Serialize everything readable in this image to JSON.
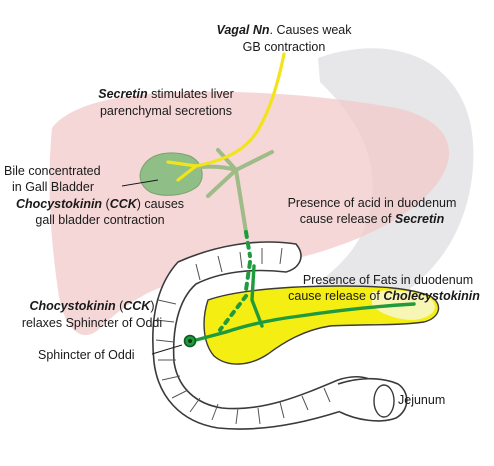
{
  "labels": {
    "vagal_bold": "Vagal Nn",
    "vagal_rest1": ". Causes weak",
    "vagal_line2": "GB contraction",
    "secretin_bold": "Secretin",
    "secretin_rest1": " stimulates liver",
    "secretin_line2": "parenchymal secretions",
    "bile_line1": "Bile concentrated",
    "bile_line2": "in Gall Bladder",
    "cck_gb_bold1": "Chocystokinin",
    "cck_gb_mid": " (",
    "cck_gb_bold2": "CCK",
    "cck_gb_end": ") causes",
    "cck_gb_line2": "gall bladder contraction",
    "acid_line1": "Presence of acid in duodenum",
    "acid_line2_plain": "cause release of ",
    "acid_line2_bold": "Secretin",
    "fats_line1": "Presence of Fats in duodenum",
    "fats_line2_plain": "cause release of ",
    "fats_line2_bold": "Cholecystokinin",
    "cck_oddi_bold1": "Chocystokinin",
    "cck_oddi_mid": " (",
    "cck_oddi_bold2": "CCK",
    "cck_oddi_end": ")",
    "cck_oddi_line2": "relaxes Sphincter of Oddi",
    "sphincter": "Sphincter of Oddi",
    "jejunum": "Jejunum"
  },
  "colors": {
    "liver": "#f2c9c9",
    "stomach": "#e4e4e8",
    "gallbladder": "#8fbf86",
    "ducts": "#9fbb88",
    "nerve": "#f2e41a",
    "pancreas": "#f5ee12",
    "pathway": "#1f9a3c",
    "outline": "#3a3a3a"
  }
}
